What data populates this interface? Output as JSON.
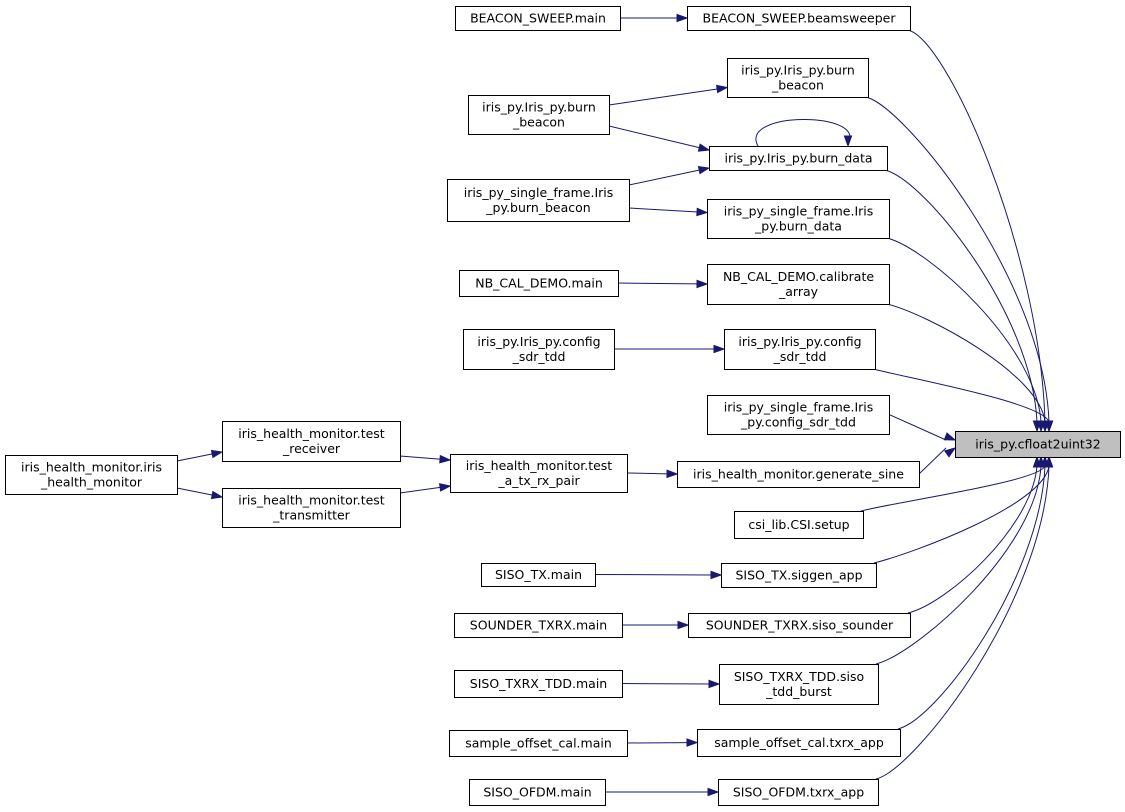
{
  "graph": {
    "target": "iris_py.cfloat2uint32",
    "nodes": [
      {
        "id": "beacon_sweep_main",
        "lines": [
          "BEACON_SWEEP.main"
        ]
      },
      {
        "id": "beacon_sweep_beamsweeper",
        "lines": [
          "BEACON_SWEEP.beamsweeper"
        ]
      },
      {
        "id": "iris_burn_beacon_a",
        "lines": [
          "iris_py.Iris_py.burn",
          "_beacon"
        ]
      },
      {
        "id": "iris_burn_beacon_b",
        "lines": [
          "iris_py.Iris_py.burn",
          "_beacon"
        ]
      },
      {
        "id": "iris_burn_data",
        "lines": [
          "iris_py.Iris_py.burn_data"
        ]
      },
      {
        "id": "sf_burn_beacon",
        "lines": [
          "iris_py_single_frame.Iris",
          "_py.burn_beacon"
        ]
      },
      {
        "id": "sf_burn_data",
        "lines": [
          "iris_py_single_frame.Iris",
          "_py.burn_data"
        ]
      },
      {
        "id": "nbcal_main",
        "lines": [
          "NB_CAL_DEMO.main"
        ]
      },
      {
        "id": "nbcal_calibrate",
        "lines": [
          "NB_CAL_DEMO.calibrate",
          "_array"
        ]
      },
      {
        "id": "iris_config_a",
        "lines": [
          "iris_py.Iris_py.config",
          "_sdr_tdd"
        ]
      },
      {
        "id": "iris_config_b",
        "lines": [
          "iris_py.Iris_py.config",
          "_sdr_tdd"
        ]
      },
      {
        "id": "sf_config",
        "lines": [
          "iris_py_single_frame.Iris",
          "_py.config_sdr_tdd"
        ]
      },
      {
        "id": "cfloat2uint32",
        "lines": [
          "iris_py.cfloat2uint32"
        ]
      },
      {
        "id": "hm_monitor",
        "lines": [
          "iris_health_monitor.iris",
          "_health_monitor"
        ]
      },
      {
        "id": "hm_receiver",
        "lines": [
          "iris_health_monitor.test",
          "_receiver"
        ]
      },
      {
        "id": "hm_transmitter",
        "lines": [
          "iris_health_monitor.test",
          "_transmitter"
        ]
      },
      {
        "id": "hm_pair",
        "lines": [
          "iris_health_monitor.test",
          "_a_tx_rx_pair"
        ]
      },
      {
        "id": "hm_sine",
        "lines": [
          "iris_health_monitor.generate_sine"
        ]
      },
      {
        "id": "csi_setup",
        "lines": [
          "csi_lib.CSI.setup"
        ]
      },
      {
        "id": "siso_tx_main",
        "lines": [
          "SISO_TX.main"
        ]
      },
      {
        "id": "siso_tx_siggen",
        "lines": [
          "SISO_TX.siggen_app"
        ]
      },
      {
        "id": "sounder_main",
        "lines": [
          "SOUNDER_TXRX.main"
        ]
      },
      {
        "id": "sounder_siso",
        "lines": [
          "SOUNDER_TXRX.siso_sounder"
        ]
      },
      {
        "id": "tdd_main",
        "lines": [
          "SISO_TXRX_TDD.main"
        ]
      },
      {
        "id": "tdd_burst",
        "lines": [
          "SISO_TXRX_TDD.siso",
          "_tdd_burst"
        ]
      },
      {
        "id": "soc_main",
        "lines": [
          "sample_offset_cal.main"
        ]
      },
      {
        "id": "soc_txrx",
        "lines": [
          "sample_offset_cal.txrx_app"
        ]
      },
      {
        "id": "ofdm_main",
        "lines": [
          "SISO_OFDM.main"
        ]
      },
      {
        "id": "ofdm_txrx",
        "lines": [
          "SISO_OFDM.txrx_app"
        ]
      }
    ],
    "edges": [
      {
        "from": "beacon_sweep_main",
        "to": "beacon_sweep_beamsweeper"
      },
      {
        "from": "iris_burn_beacon_b",
        "to": "iris_burn_beacon_a"
      },
      {
        "from": "iris_burn_beacon_b",
        "to": "iris_burn_data"
      },
      {
        "from": "iris_burn_data",
        "to": "iris_burn_data"
      },
      {
        "from": "sf_burn_beacon",
        "to": "iris_burn_data"
      },
      {
        "from": "sf_burn_beacon",
        "to": "sf_burn_data"
      },
      {
        "from": "nbcal_main",
        "to": "nbcal_calibrate"
      },
      {
        "from": "iris_config_b",
        "to": "iris_config_a"
      },
      {
        "from": "hm_monitor",
        "to": "hm_receiver"
      },
      {
        "from": "hm_monitor",
        "to": "hm_transmitter"
      },
      {
        "from": "hm_receiver",
        "to": "hm_pair"
      },
      {
        "from": "hm_transmitter",
        "to": "hm_pair"
      },
      {
        "from": "hm_pair",
        "to": "hm_sine"
      },
      {
        "from": "siso_tx_main",
        "to": "siso_tx_siggen"
      },
      {
        "from": "sounder_main",
        "to": "sounder_siso"
      },
      {
        "from": "tdd_main",
        "to": "tdd_burst"
      },
      {
        "from": "soc_main",
        "to": "soc_txrx"
      },
      {
        "from": "ofdm_main",
        "to": "ofdm_txrx"
      },
      {
        "from": "beacon_sweep_beamsweeper",
        "to": "cfloat2uint32"
      },
      {
        "from": "iris_burn_beacon_a",
        "to": "cfloat2uint32"
      },
      {
        "from": "iris_burn_data",
        "to": "cfloat2uint32"
      },
      {
        "from": "sf_burn_data",
        "to": "cfloat2uint32"
      },
      {
        "from": "nbcal_calibrate",
        "to": "cfloat2uint32"
      },
      {
        "from": "iris_config_a",
        "to": "cfloat2uint32"
      },
      {
        "from": "sf_config",
        "to": "cfloat2uint32"
      },
      {
        "from": "hm_sine",
        "to": "cfloat2uint32"
      },
      {
        "from": "csi_setup",
        "to": "cfloat2uint32"
      },
      {
        "from": "siso_tx_siggen",
        "to": "cfloat2uint32"
      },
      {
        "from": "sounder_siso",
        "to": "cfloat2uint32"
      },
      {
        "from": "tdd_burst",
        "to": "cfloat2uint32"
      },
      {
        "from": "soc_txrx",
        "to": "cfloat2uint32"
      },
      {
        "from": "ofdm_txrx",
        "to": "cfloat2uint32"
      }
    ]
  }
}
